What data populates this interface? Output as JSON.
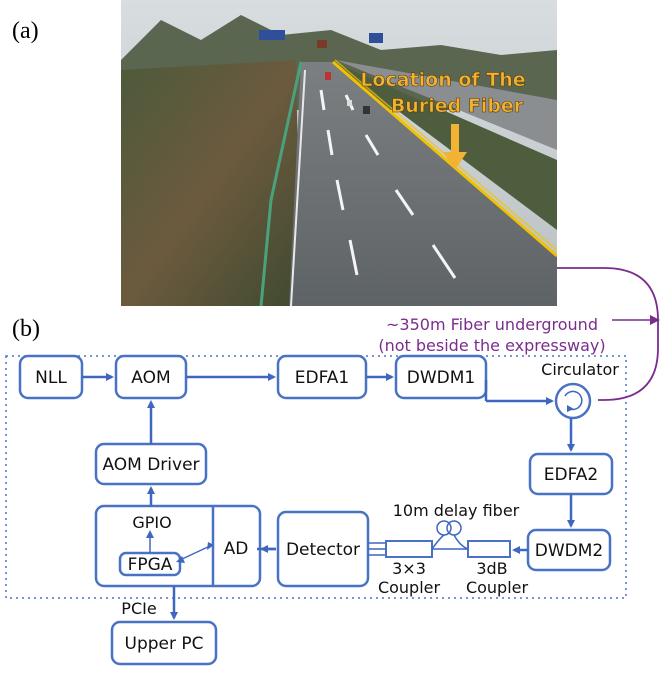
{
  "panels": {
    "a": "(a)",
    "b": "(b)"
  },
  "photo": {
    "annotation_line1": "Location of The",
    "annotation_line2": "Buried Fiber"
  },
  "fiber_note": {
    "line1": "~350m Fiber underground",
    "line2": "(not beside the expressway)"
  },
  "blocks": {
    "nll": "NLL",
    "aom": "AOM",
    "edfa1": "EDFA1",
    "dwdm1": "DWDM1",
    "circulator": "Circulator",
    "edfa2": "EDFA2",
    "dwdm2": "DWDM2",
    "aom_driver": "AOM Driver",
    "gpio": "GPIO",
    "fpga": "FPGA",
    "ad": "AD",
    "detector": "Detector",
    "coupler3x3": "3×3",
    "coupler3x3_sub": "Coupler",
    "coupler3db": "3dB",
    "coupler3db_sub": "Coupler",
    "delay_fiber": "10m delay fiber",
    "pcie": "PCIe",
    "upper_pc": "Upper PC"
  },
  "colors": {
    "block_border": "#4a72c4",
    "arrow": "#3f67c0",
    "fiber_loop": "#7b2d8e",
    "annotation": "#f2b233",
    "dotted_frame": "#4a72c4"
  }
}
